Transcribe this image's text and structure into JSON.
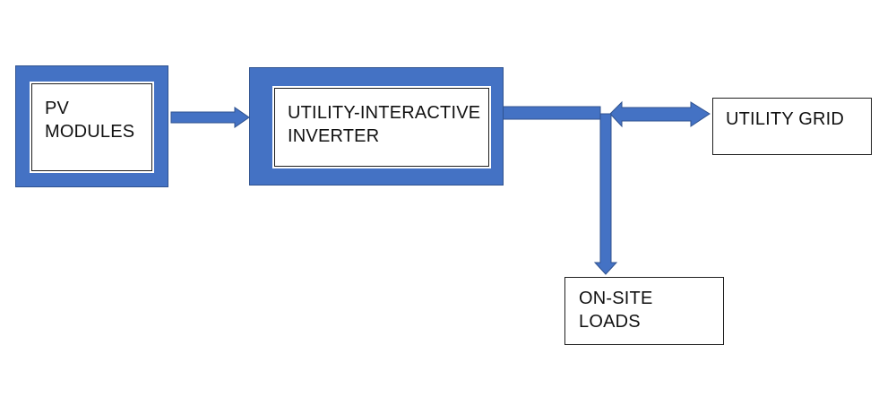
{
  "nodes": {
    "pv_modules": {
      "lines": [
        "PV",
        "MODULES"
      ]
    },
    "inverter": {
      "lines": [
        "UTILITY-INTERACTIVE",
        "INVERTER"
      ]
    },
    "utility_grid": {
      "lines": [
        "UTILITY GRID"
      ]
    },
    "onsite_loads": {
      "lines": [
        "ON-SITE",
        "LOADS"
      ]
    }
  },
  "colors": {
    "accent": "#4472c4",
    "accent_edge": "#2f528f",
    "box_border": "#1f1f1f"
  }
}
